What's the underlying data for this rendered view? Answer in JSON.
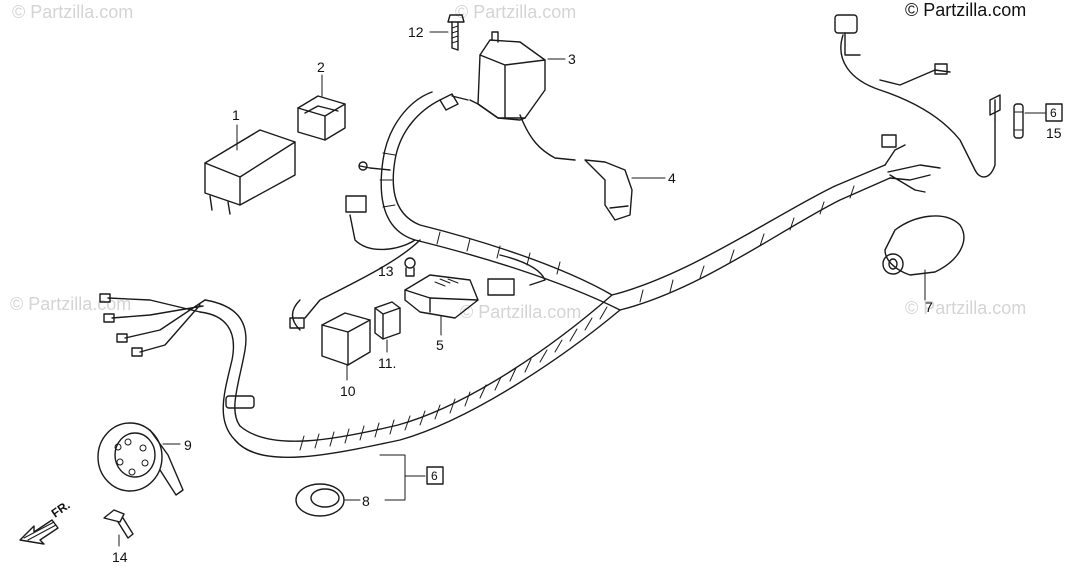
{
  "watermark": {
    "brand": "© Partzilla.com",
    "faded_1": "© Partzilla.com",
    "faded_2": "© Partzilla.com",
    "faded_3": "© Partzilla.com",
    "faded_4": "© Partzilla.com",
    "faded_5": "© Partzilla.com"
  },
  "callouts": {
    "c1": "1",
    "c2": "2",
    "c3": "3",
    "c4": "4",
    "c5": "5",
    "c7": "7",
    "c8": "8",
    "c9": "9",
    "c10": "10",
    "c11": "11.",
    "c12": "12",
    "c13": "13",
    "c14": "14",
    "c15": "15"
  },
  "boxed_refs": {
    "ref_a": "6",
    "ref_b": "6"
  },
  "direction_label": "FR.",
  "colors": {
    "line": "#1a1a1a",
    "watermark": "#d4d4d4"
  }
}
